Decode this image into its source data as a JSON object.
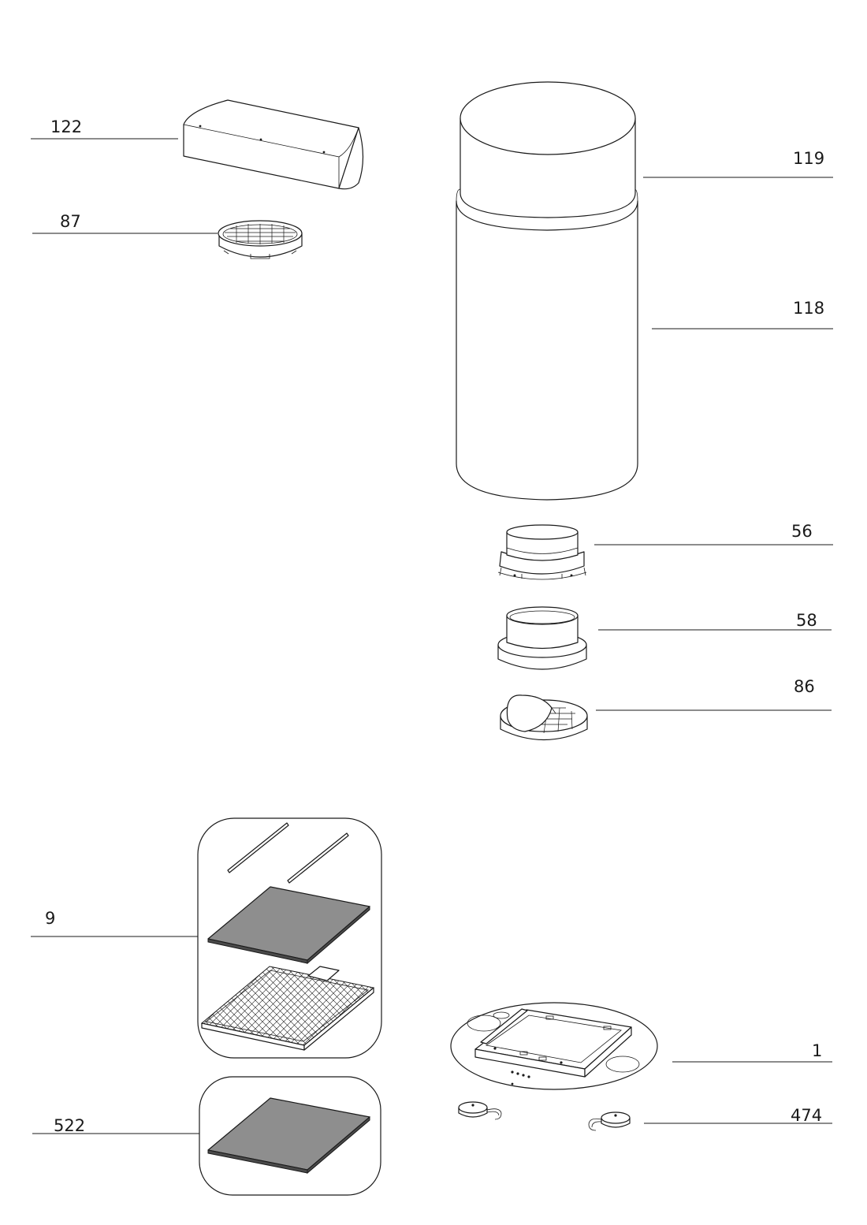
{
  "parts": [
    {
      "id": "duct",
      "label": "122"
    },
    {
      "id": "grille",
      "label": "87"
    },
    {
      "id": "upper-chimney",
      "label": "119"
    },
    {
      "id": "lower-chimney",
      "label": "118"
    },
    {
      "id": "flange",
      "label": "56"
    },
    {
      "id": "reducer",
      "label": "58"
    },
    {
      "id": "check-valve",
      "label": "86"
    },
    {
      "id": "filter-set",
      "label": "9"
    },
    {
      "id": "carbon-filter",
      "label": "522"
    },
    {
      "id": "hood-body",
      "label": "1"
    },
    {
      "id": "lamp",
      "label": "474"
    }
  ]
}
